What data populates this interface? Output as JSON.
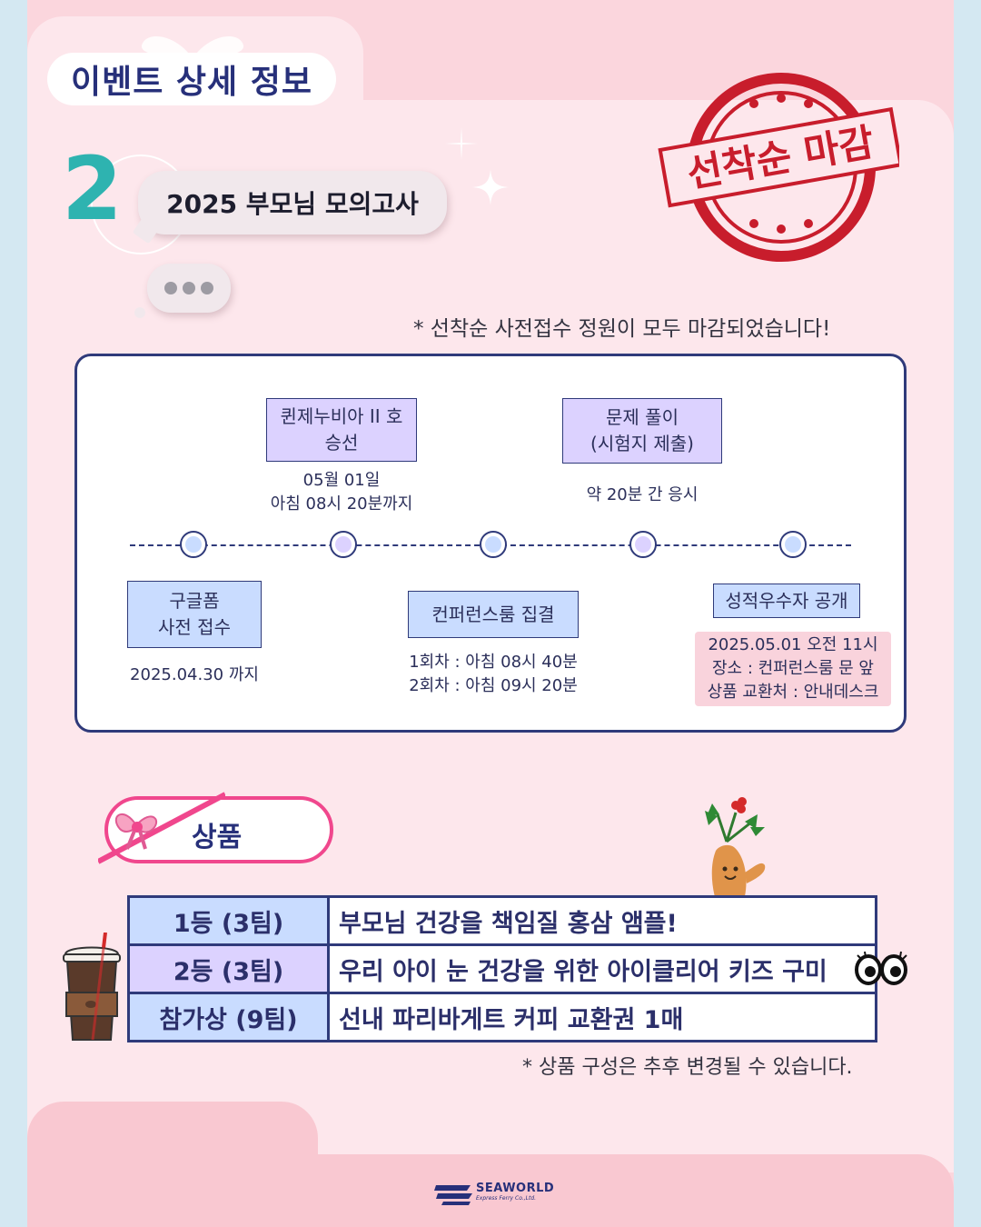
{
  "header": {
    "section_label": "이벤트 상세 정보"
  },
  "event": {
    "number": "2",
    "title": "2025 부모님 모의고사",
    "stamp_text": "선착순 마감",
    "closed_notice": "* 선착순 사전접수 정원이 모두 마감되었습니다!"
  },
  "timeline": {
    "top_steps": [
      {
        "label": "퀸제누비아 II 호\n승선",
        "detail": "05월 01일\n아침 08시 20분까지"
      },
      {
        "label": "문제 풀이\n(시험지 제출)",
        "detail": "약 20분 간 응시"
      }
    ],
    "bottom_steps": [
      {
        "label": "구글폼\n사전 접수",
        "detail": "2025.04.30 까지"
      },
      {
        "label": "컨퍼런스룸 집결",
        "detail": "1회차 : 아침 08시 40분\n2회차 : 아침 09시 20분"
      },
      {
        "label": "성적우수자 공개",
        "detail": "2025.05.01 오전 11시\n장소 : 컨퍼런스룸 문 앞\n상품 교환처 : 안내데스크"
      }
    ]
  },
  "prizes": {
    "section_label": "상품",
    "rows": [
      {
        "rank": "1등 (3팀)",
        "item": "부모님 건강을 책임질 홍삼 앰플!"
      },
      {
        "rank": "2등 (3팀)",
        "item": "우리 아이 눈 건강을 위한 아이클리어 키즈 구미"
      },
      {
        "rank": "참가상 (9팀)",
        "item": "선내 파리바게트 커피 교환권 1매"
      }
    ],
    "notice": "* 상품 구성은 추후 변경될 수 있습니다."
  },
  "footer": {
    "logo_name": "SEAWORLD",
    "logo_sub": "Express Ferry Co.,Ltd."
  },
  "colors": {
    "navy": "#27307a",
    "teal": "#2eb3b0",
    "pink": "#f0478d",
    "stamp_red": "#c81d2c",
    "card_blue": "#c9dcff",
    "card_lavender": "#dcd2ff"
  }
}
